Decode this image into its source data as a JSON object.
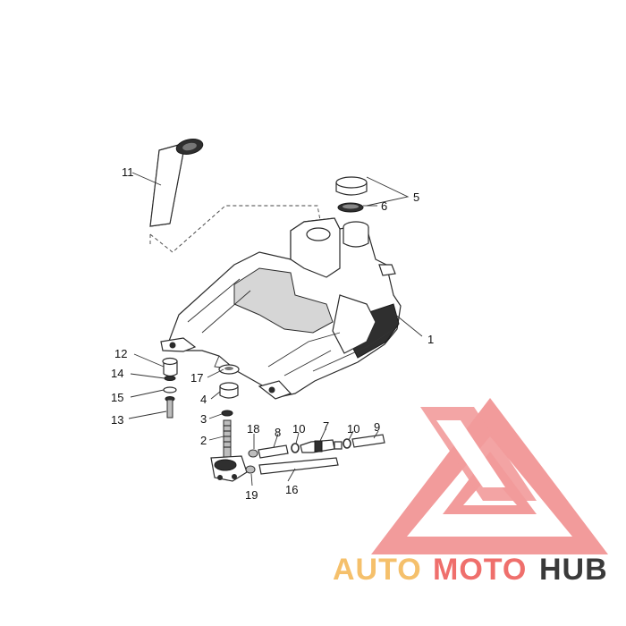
{
  "diagram": {
    "callouts": [
      "1",
      "2",
      "3",
      "4",
      "5",
      "6",
      "7",
      "8",
      "9",
      "10",
      "10",
      "11",
      "12",
      "13",
      "14",
      "15",
      "16",
      "17",
      "18",
      "19"
    ]
  },
  "watermark": {
    "part1": "AUTO",
    "part2": "MOTO",
    "part3": "HUB",
    "colors": {
      "auto": "#f5c06b",
      "moto": "#ef6f6c",
      "hub": "#3a3a3a",
      "logo": "#f08a8a"
    }
  }
}
